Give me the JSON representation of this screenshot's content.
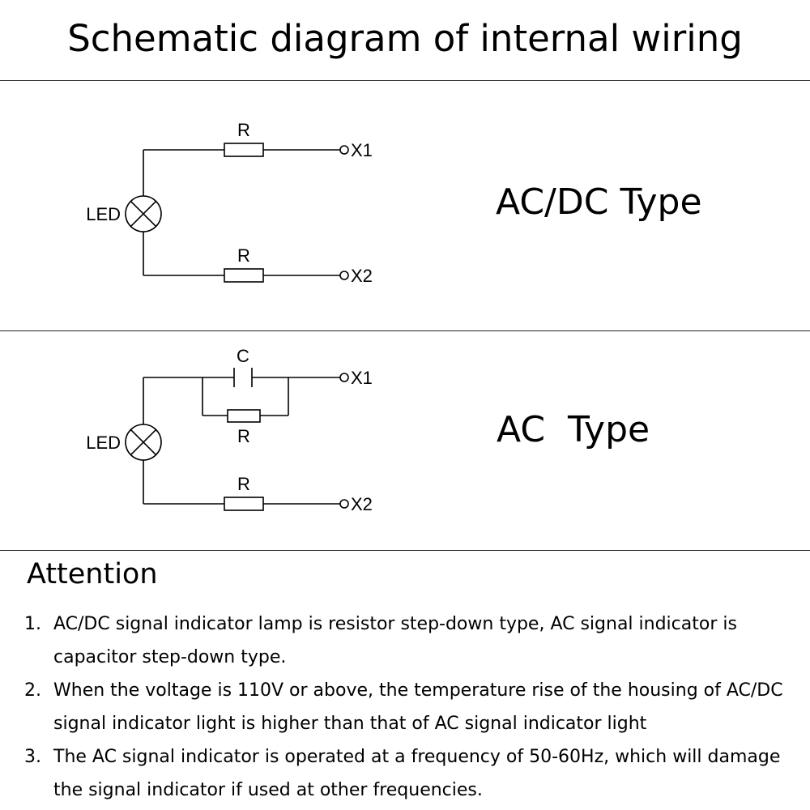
{
  "title": "Schematic diagram of internal wiring",
  "diagrams": [
    {
      "type_label": "AC/DC Type",
      "led_label": "LED",
      "top_component_label": "R",
      "bottom_component_label": "R",
      "terminal_top": "X1",
      "terminal_bottom": "X2"
    },
    {
      "type_label": "AC  Type",
      "led_label": "LED",
      "capacitor_label": "C",
      "parallel_resistor_label": "R",
      "bottom_component_label": "R",
      "terminal_top": "X1",
      "terminal_bottom": "X2"
    }
  ],
  "attention": {
    "heading": "Attention",
    "items": [
      {
        "number": "1.",
        "text": "AC/DC signal indicator lamp is resistor step-down type, AC signal indicator is capacitor step-down type."
      },
      {
        "number": "2.",
        "text": "When the voltage is 110V or above, the temperature rise of the housing of AC/DC signal indicator light is higher than that of AC signal indicator light"
      },
      {
        "number": "3.",
        "text": "The AC signal indicator is operated at a frequency of 50-60Hz, which will damage the signal indicator if used at other frequencies."
      }
    ]
  }
}
